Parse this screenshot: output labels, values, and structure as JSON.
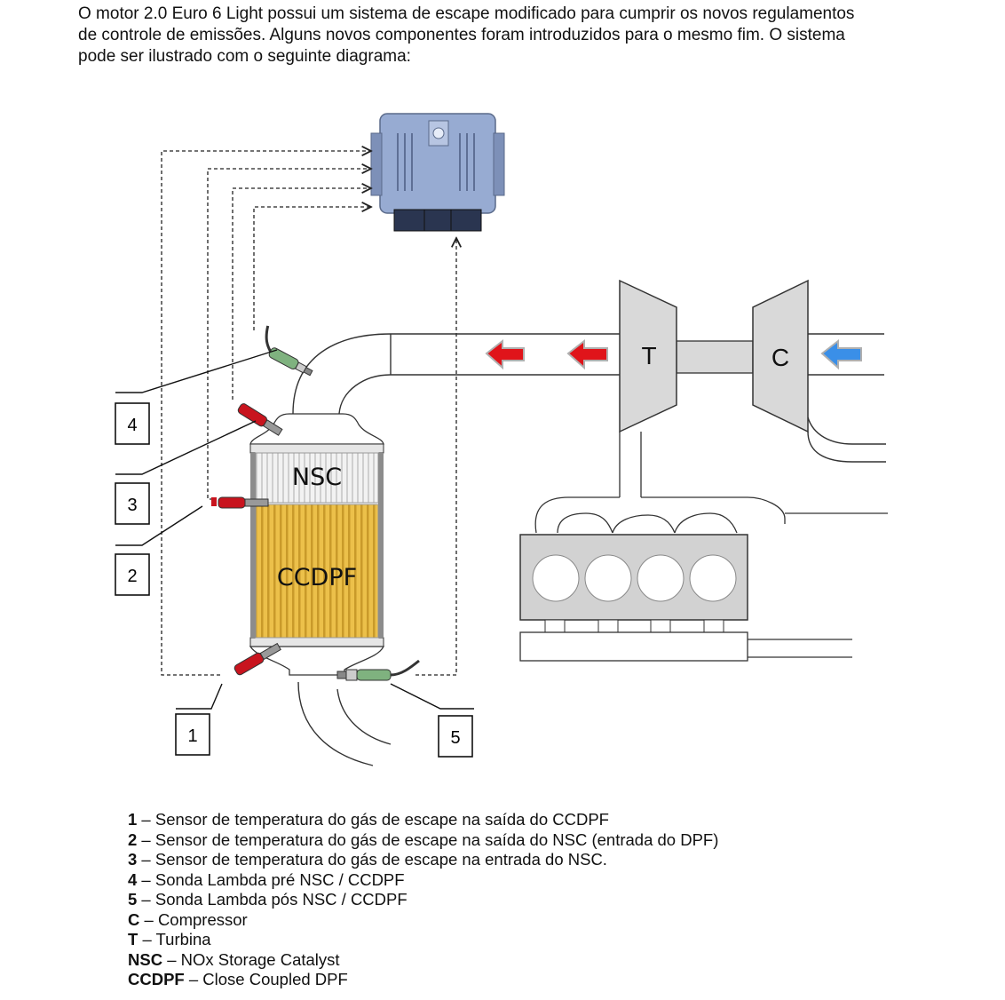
{
  "intro": {
    "lines": [
      "O motor 2.0 Euro 6 Light possui um sistema de escape modificado para cumprir os novos regulamentos",
      "de controle de emissões. Alguns novos componentes foram introduzidos para o mesmo fim. O sistema",
      "pode ser ilustrado com o seguinte diagrama:"
    ]
  },
  "diagram": {
    "nsc_label": "NSC",
    "ccdpf_label": "CCDPF",
    "turbine_label": "T",
    "compressor_label": "C",
    "callouts": [
      "1",
      "2",
      "3",
      "4",
      "5"
    ],
    "colors": {
      "exhaust_arrow": "#e0141a",
      "intake_arrow": "#3a8fe8",
      "ccdpf_fill": "#e8b53c",
      "nsc_fill": "#ececec",
      "ecu_fill": "#8fa3cc",
      "temp_sensor": "#c8141e",
      "lambda_sensor": "#7fb27f"
    }
  },
  "legend": [
    {
      "key": "1",
      "text": " – Sensor de temperatura do gás de escape na saída do CCDPF"
    },
    {
      "key": "2",
      "text": " – Sensor de temperatura do gás de escape na saída do NSC (entrada do DPF)"
    },
    {
      "key": "3",
      "text": " – Sensor de temperatura do gás de escape na entrada do NSC."
    },
    {
      "key": "4",
      "text": " – Sonda Lambda pré NSC / CCDPF"
    },
    {
      "key": "5",
      "text": " – Sonda Lambda pós NSC / CCDPF"
    },
    {
      "key": "C",
      "text": " – Compressor"
    },
    {
      "key": "T",
      "text": " – Turbina"
    },
    {
      "key": "NSC",
      "text": " – NOx Storage Catalyst"
    },
    {
      "key": "CCDPF",
      "text": " – Close Coupled DPF"
    }
  ]
}
